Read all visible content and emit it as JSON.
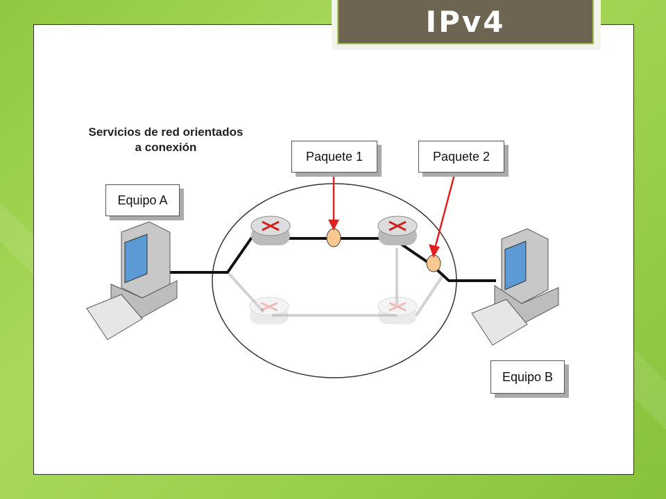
{
  "slide": {
    "title": "IPv4"
  },
  "diagram": {
    "heading_line1": "Servicios de red orientados",
    "heading_line2": "a conexión",
    "label_equipo_a": "Equipo A",
    "label_equipo_b": "Equipo B",
    "label_paquete_1": "Paquete 1",
    "label_paquete_2": "Paquete 2"
  },
  "colors": {
    "background": "#9cd04c",
    "title_box": "#6e6452",
    "arrow": "#e02020",
    "packet": "#f8c890",
    "path": "#111111",
    "inactive": "#cccccc"
  }
}
